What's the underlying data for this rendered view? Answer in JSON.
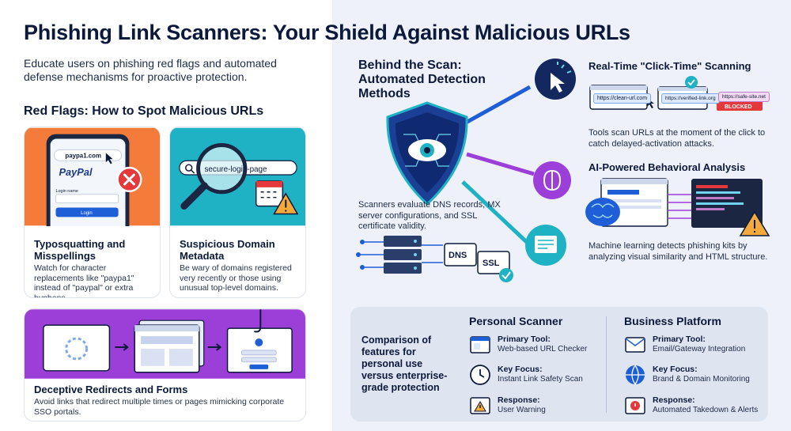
{
  "header": {
    "title": "Phishing Link Scanners: Your Shield Against Malicious URLs",
    "subtitle": "Educate users on phishing red flags and automated defense mechanisms for proactive protection."
  },
  "red_flags": {
    "heading": "Red Flags: How to Spot Malicious URLs",
    "cards": [
      {
        "title": "Typosquatting and Misspellings",
        "desc": "Watch for character replacements like \"paypa1\" instead of \"paypal\" or extra hyphens."
      },
      {
        "title": "Suspicious Domain Metadata",
        "desc": "Be wary of domains registered very recently or those using unusual top-level domains."
      },
      {
        "title": "Deceptive Redirects and Forms",
        "desc": "Avoid links that redirect multiple times or pages mimicking corporate SSO portals."
      }
    ],
    "phone": {
      "url": "paypa1.com",
      "brand": "PayPal",
      "login_label": "Login name",
      "login_button": "Login"
    },
    "search_text": "secure-login-page"
  },
  "scan": {
    "heading": "Behind the Scan: Automated Detection Methods",
    "desc": "Scanners evaluate DNS records, MX server configurations, and SSL certificate validity.",
    "dns_label": "DNS",
    "ssl_label": "SSL"
  },
  "realtime": {
    "title": "Real-Time \"Click-Time\" Scanning",
    "desc": "Tools scan URLs at the moment of the click to catch delayed-activation attacks.",
    "urls": [
      "https://clean-url.com",
      "https://verified-link.org",
      "https://safe-site.net"
    ],
    "blocked": "BLOCKED"
  },
  "ai": {
    "title": "AI-Powered Behavioral Analysis",
    "desc": "Machine learning detects phishing kits by analyzing visual similarity and HTML structure."
  },
  "comparison": {
    "lead": "Comparison of features for personal use versus enterprise-grade protection",
    "personal": {
      "heading": "Personal Scanner",
      "rows": [
        {
          "key": "Primary Tool:",
          "value": "Web-based URL Checker"
        },
        {
          "key": "Key Focus:",
          "value": "Instant Link Safety Scan"
        },
        {
          "key": "Response:",
          "value": "User Warning"
        }
      ]
    },
    "business": {
      "heading": "Business Platform",
      "rows": [
        {
          "key": "Primary Tool:",
          "value": "Email/Gateway Integration"
        },
        {
          "key": "Key Focus:",
          "value": "Brand & Domain Monitoring"
        },
        {
          "key": "Response:",
          "value": "Automated Takedown & Alerts"
        }
      ]
    }
  },
  "colors": {
    "orange": "#f47b3a",
    "teal": "#1fb2c4",
    "purple": "#9b3fd8",
    "navy": "#0b1a3a",
    "blue": "#1e5fd8",
    "red": "#e5383b"
  }
}
